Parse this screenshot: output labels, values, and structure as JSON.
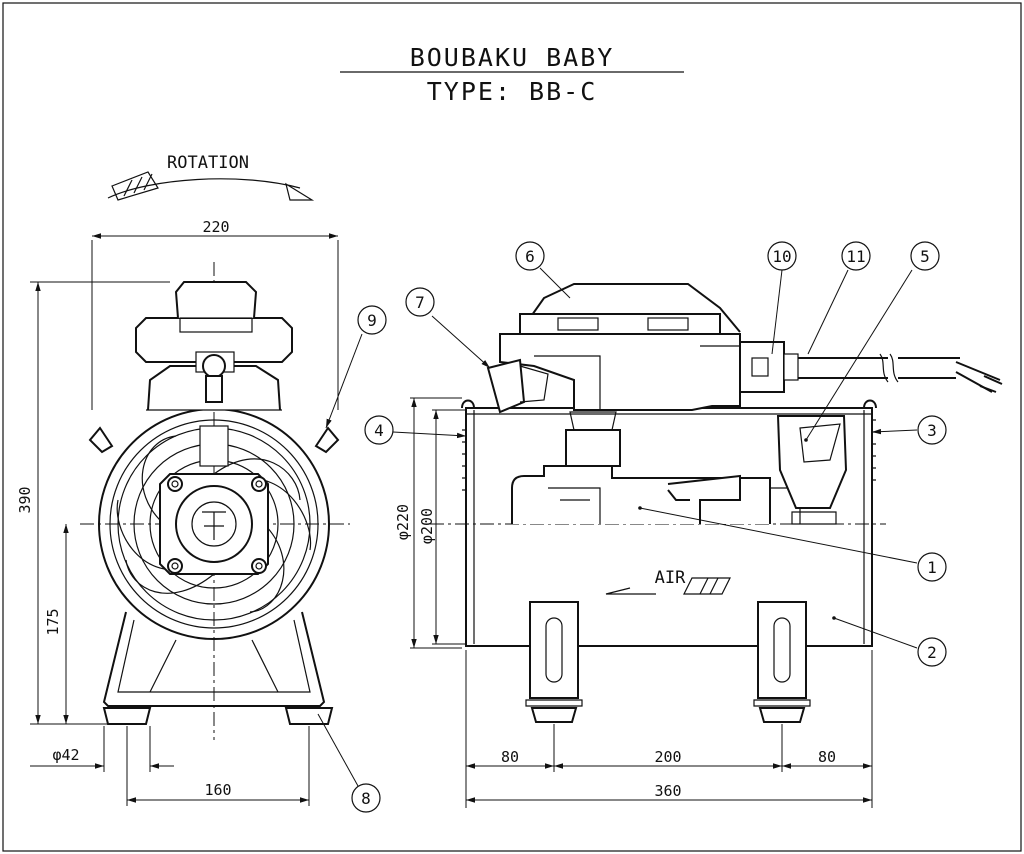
{
  "title": {
    "line1": "BOUBAKU BABY",
    "line2": "TYPE:  BB-C"
  },
  "labels": {
    "rotation": "ROTATION",
    "air": "AIR"
  },
  "dimensions": {
    "front_width": "220",
    "front_height": "390",
    "front_center_height": "175",
    "foot_diameter": "φ42",
    "foot_spacing": "160",
    "duct_outer_diameter": "φ220",
    "duct_inner_diameter": "φ200",
    "side_left_offset": "80",
    "side_mid_span": "200",
    "side_right_offset": "80",
    "side_total_length": "360"
  },
  "callouts": [
    {
      "id": "c1",
      "number": "1"
    },
    {
      "id": "c2",
      "number": "2"
    },
    {
      "id": "c3",
      "number": "3"
    },
    {
      "id": "c4",
      "number": "4"
    },
    {
      "id": "c5",
      "number": "5"
    },
    {
      "id": "c6",
      "number": "6"
    },
    {
      "id": "c7",
      "number": "7"
    },
    {
      "id": "c8",
      "number": "8"
    },
    {
      "id": "c9",
      "number": "9"
    },
    {
      "id": "c10",
      "number": "10"
    },
    {
      "id": "c11",
      "number": "11"
    }
  ]
}
